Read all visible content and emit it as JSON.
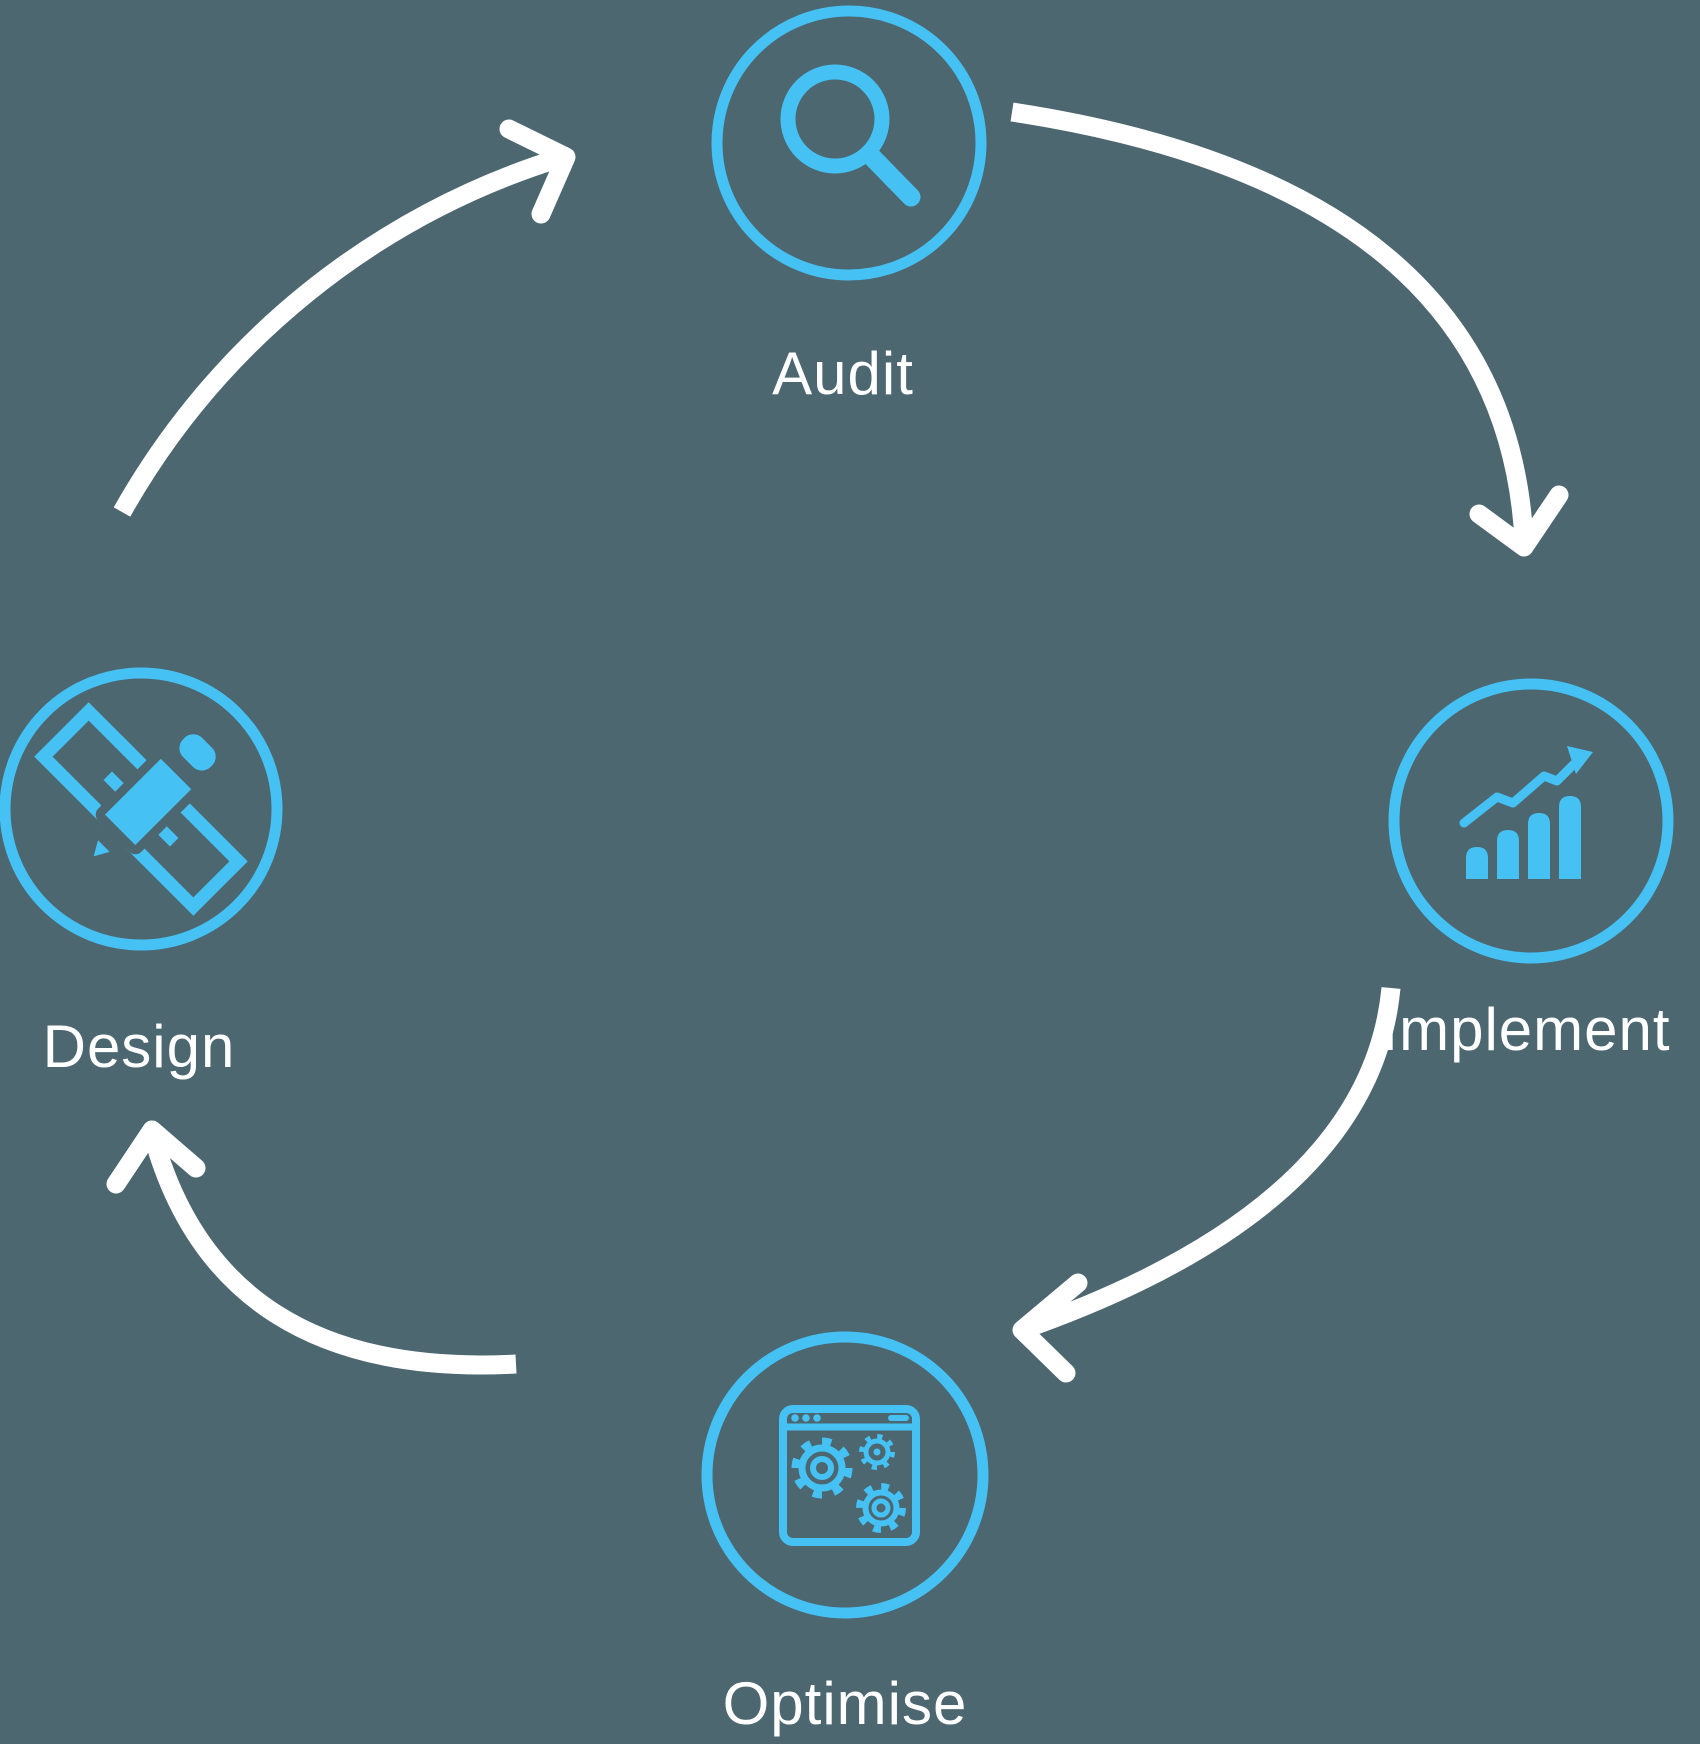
{
  "diagram": {
    "type": "cycle",
    "flow_direction": "clockwise",
    "background_color": "#4C6770",
    "accent_color": "#45C1F4",
    "arrow_color": "#FFFFFF",
    "label_color": "#FFFFFF",
    "steps": [
      {
        "label": "Audit",
        "icon": "magnifier-icon",
        "position": "top"
      },
      {
        "label": "Implement",
        "icon": "bar-chart-growth-icon",
        "position": "right"
      },
      {
        "label": "Optimise",
        "icon": "browser-gears-icon",
        "position": "bottom"
      },
      {
        "label": "Design",
        "icon": "pencil-ruler-icon",
        "position": "left"
      }
    ]
  }
}
